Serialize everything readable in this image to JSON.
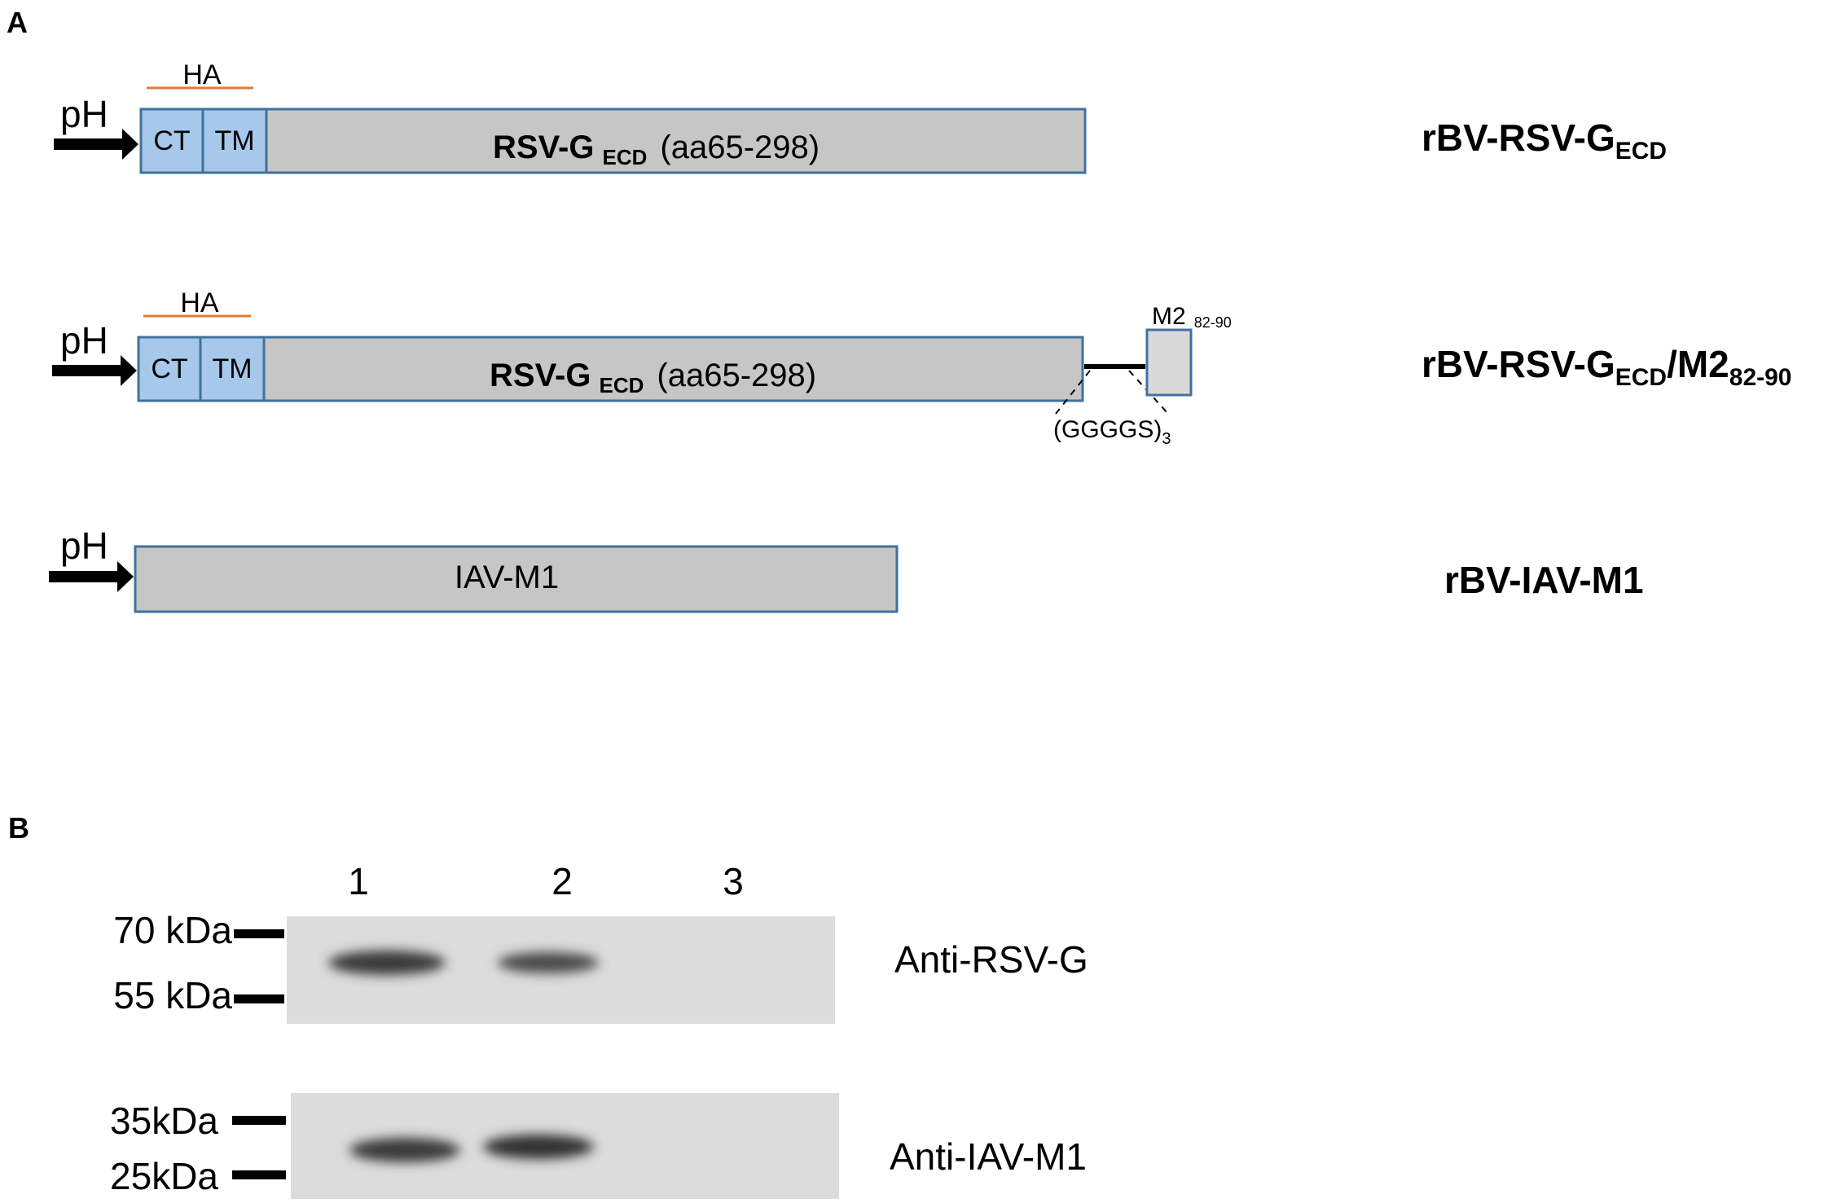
{
  "figure": {
    "panel_a_label": "A",
    "panel_b_label": "B",
    "constructs": [
      {
        "promoter": "pH",
        "ha_label": "HA",
        "ct_label": "CT",
        "tm_label": "TM",
        "main_prefix": "RSV-G",
        "main_sub": "ECD",
        "main_range": "(aa65-298)",
        "name_main": "rBV-RSV-G",
        "name_sub": "ECD",
        "colors": {
          "ct_tm": "#a6c8ea",
          "body": "#c6c6c6",
          "border": "#41719c",
          "ha": "#e07b39"
        }
      },
      {
        "promoter": "pH",
        "ha_label": "HA",
        "ct_label": "CT",
        "tm_label": "TM",
        "main_prefix": "RSV-G",
        "main_sub": "ECD",
        "main_range": "(aa65-298)",
        "m2_label": "M2",
        "m2_sub": "82-90",
        "linker_label": "(GGGGS)",
        "linker_sub": "3",
        "name_main": "rBV-RSV-G",
        "name_sub": "ECD",
        "name_mid": "/M2",
        "name_sub2": "82-90",
        "colors": {
          "m2_box": "#d9d9d9"
        }
      },
      {
        "promoter": "pH",
        "main_label": "IAV-M1",
        "name_main": "rBV-IAV-M1"
      }
    ],
    "blots": [
      {
        "lanes": [
          "1",
          "2",
          "3"
        ],
        "markers": [
          "70 kDa",
          "55 kDa"
        ],
        "antibody": "Anti-RSV-G"
      },
      {
        "markers": [
          "35kDa",
          "25kDa"
        ],
        "antibody": "Anti-IAV-M1"
      }
    ]
  }
}
